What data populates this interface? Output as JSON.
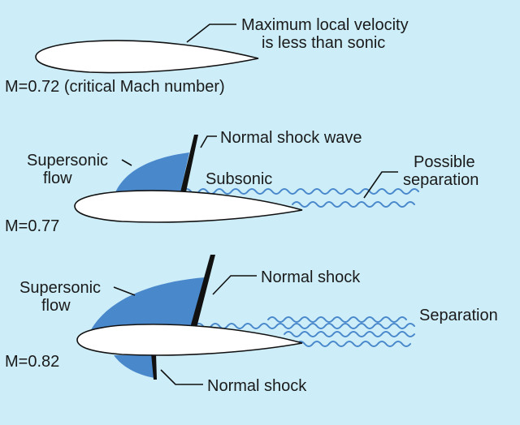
{
  "colors": {
    "background": "#cdeef9",
    "supersonic_region": "#4a88cc",
    "airfoil_fill": "#ffffff",
    "shock": "#111111"
  },
  "panel1": {
    "label_line1": "Maximum local velocity",
    "label_line2": "is less than sonic",
    "mach": "M=0.72 (critical Mach number)"
  },
  "panel2": {
    "supersonic_line1": "Supersonic",
    "supersonic_line2": "flow",
    "shock_label": "Normal shock wave",
    "subsonic_label": "Subsonic",
    "separation_line1": "Possible",
    "separation_line2": "separation",
    "mach": "M=0.77"
  },
  "panel3": {
    "supersonic_line1": "Supersonic",
    "supersonic_line2": "flow",
    "upper_shock_label": "Normal shock",
    "lower_shock_label": "Normal shock",
    "separation_label": "Separation",
    "mach": "M=0.82"
  }
}
